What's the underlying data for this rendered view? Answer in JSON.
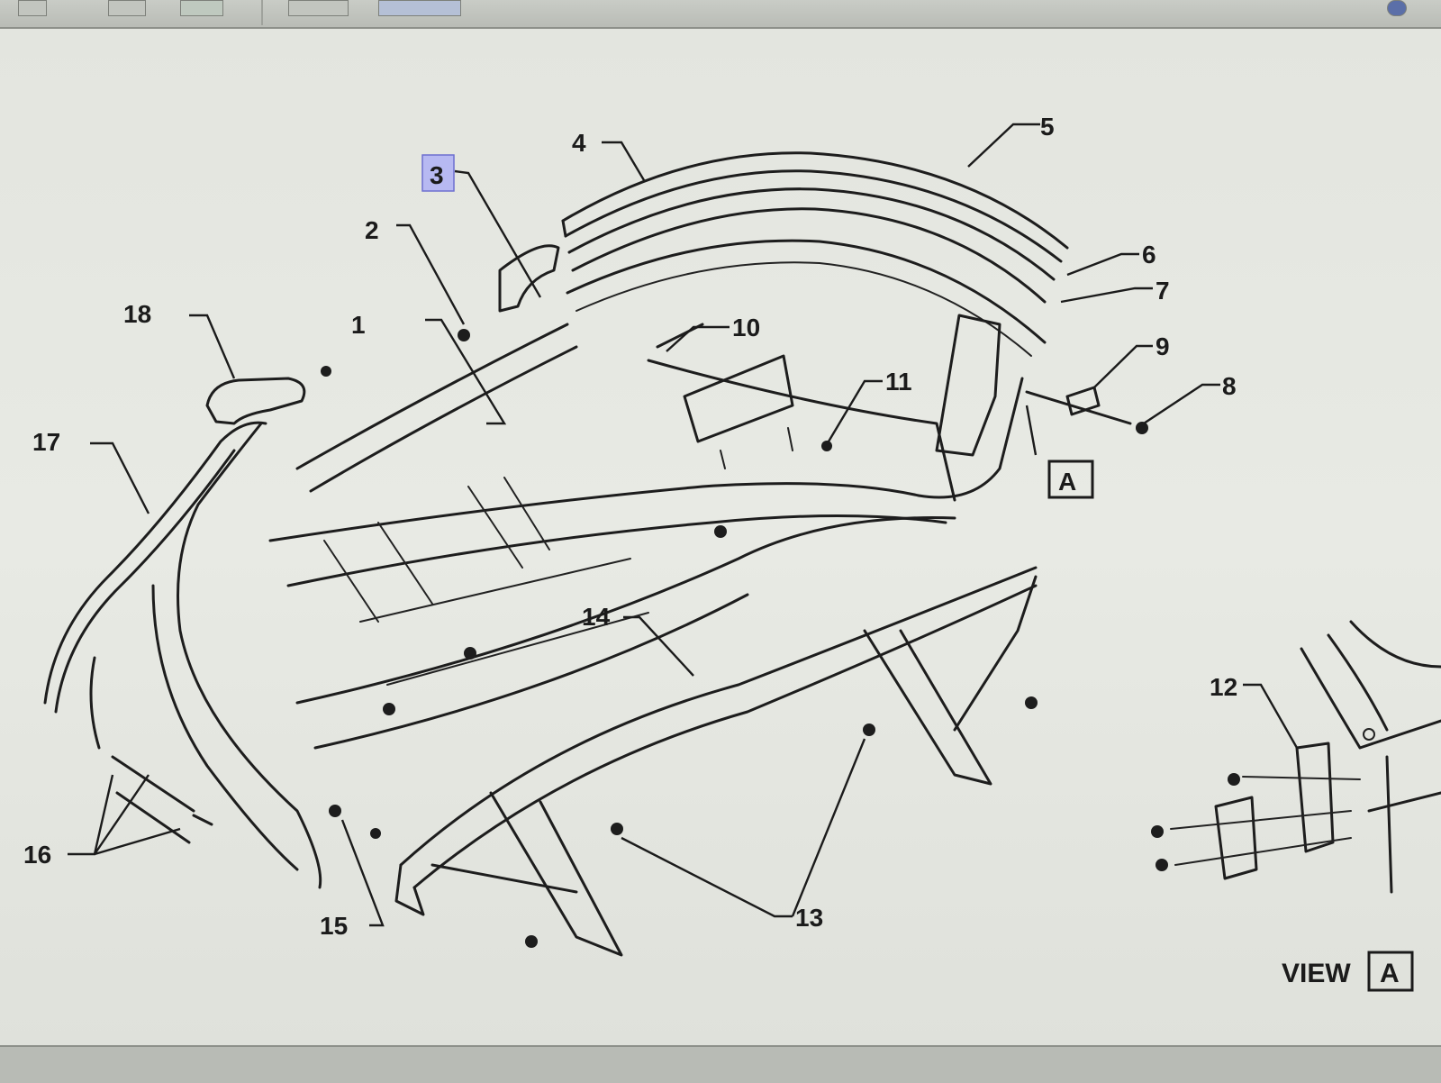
{
  "callouts": {
    "c1": "1",
    "c2": "2",
    "c3": "3",
    "c4": "4",
    "c5": "5",
    "c6": "6",
    "c7": "7",
    "c8": "8",
    "c9": "9",
    "c10": "10",
    "c11": "11",
    "c12": "12",
    "c13": "13",
    "c14": "14",
    "c15": "15",
    "c16": "16",
    "c17": "17",
    "c18": "18"
  },
  "detail_marker": "A",
  "view_label": "VIEW",
  "view_marker": "A",
  "colors": {
    "highlight": "#b7b9f2",
    "ink": "#1b1b1b",
    "paper": "#e6e8e2"
  }
}
